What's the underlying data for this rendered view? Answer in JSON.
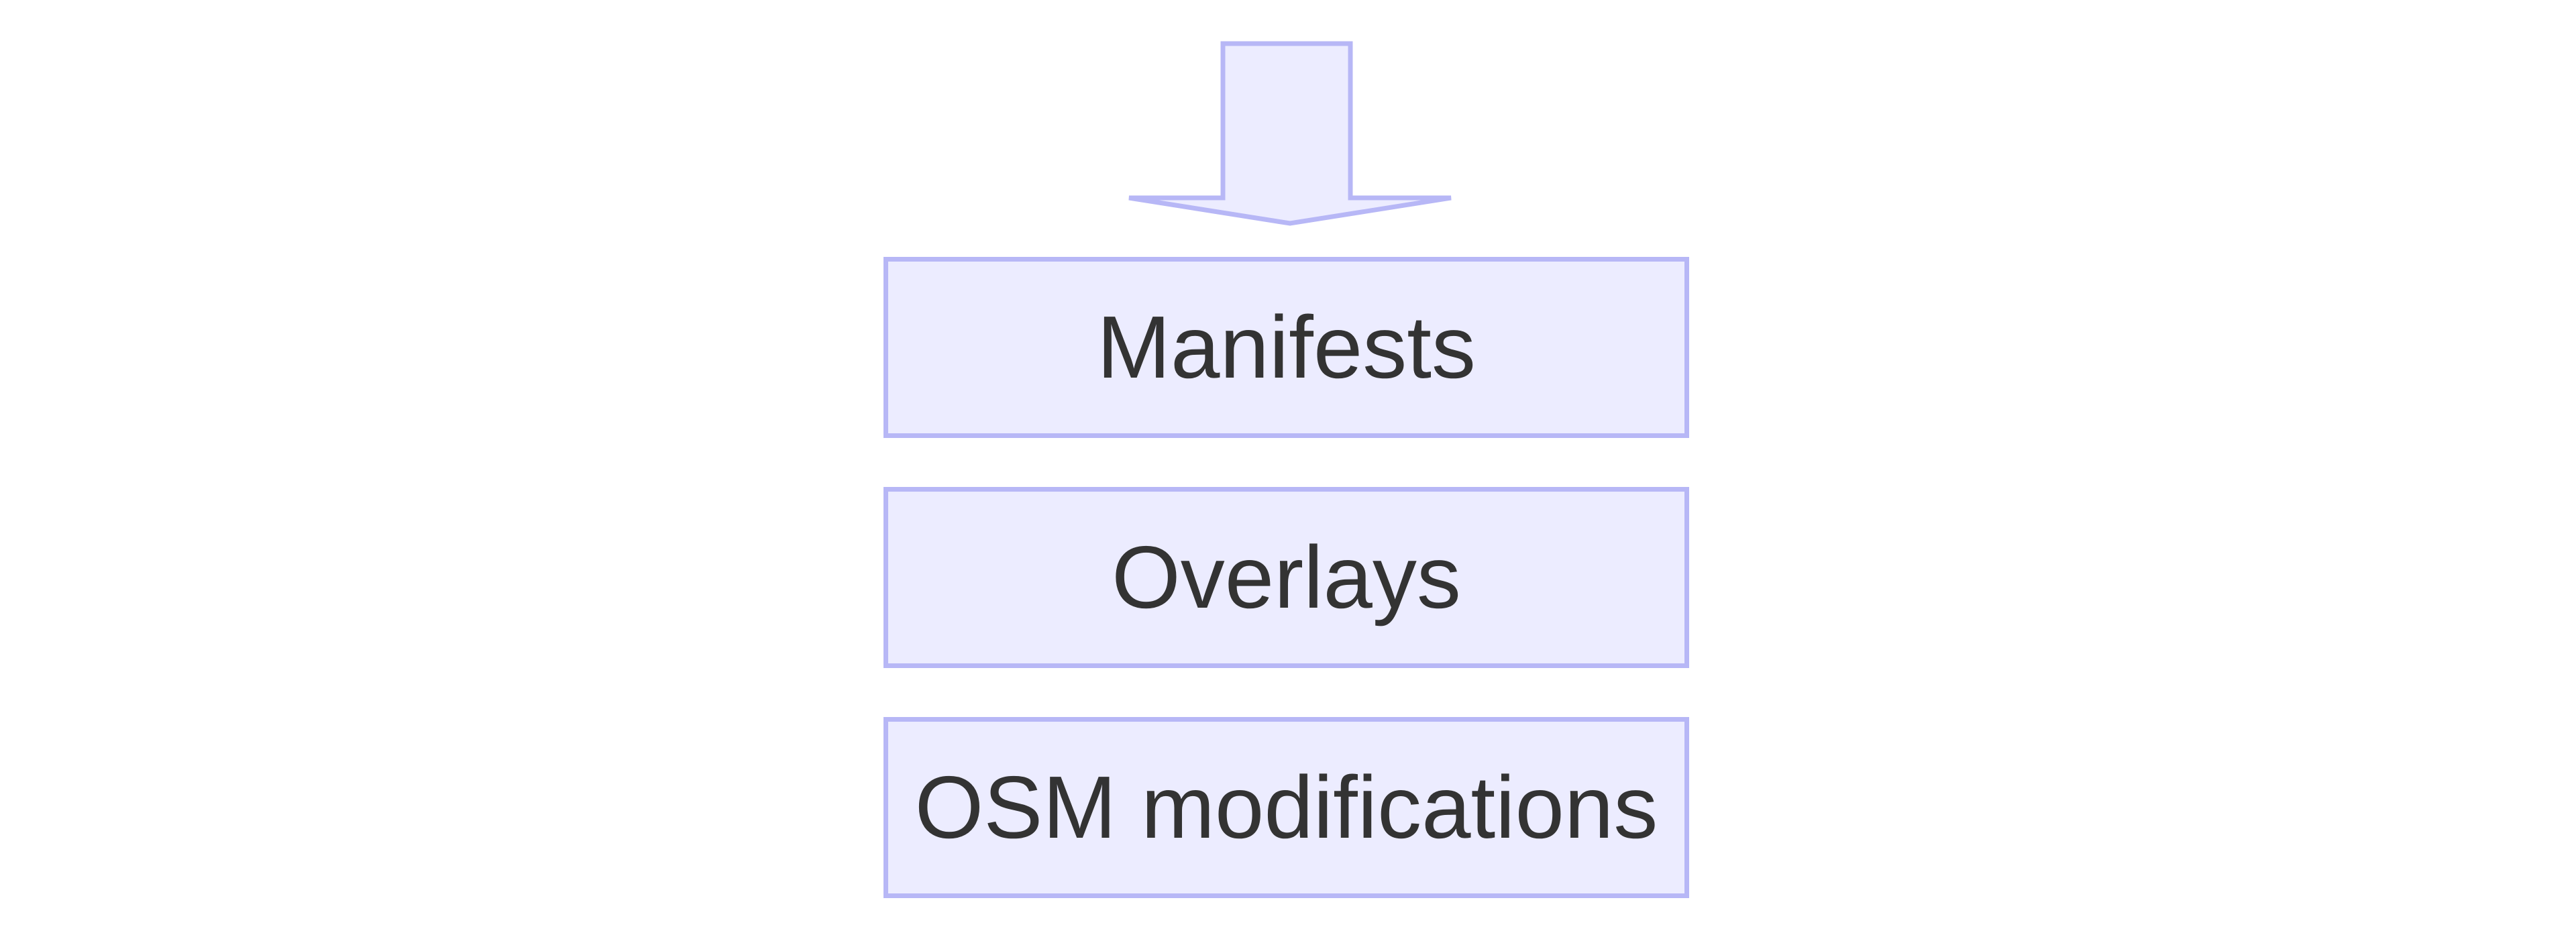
{
  "colors": {
    "node_fill": "#ececff",
    "node_stroke": "#b7b7f6",
    "text": "#333333",
    "background": "#ffffff"
  },
  "diagram": {
    "entry_arrow": {
      "icon": "down-arrow-icon"
    },
    "nodes": [
      {
        "label": "Manifests"
      },
      {
        "label": "Overlays"
      },
      {
        "label": "OSM modifications"
      }
    ]
  }
}
